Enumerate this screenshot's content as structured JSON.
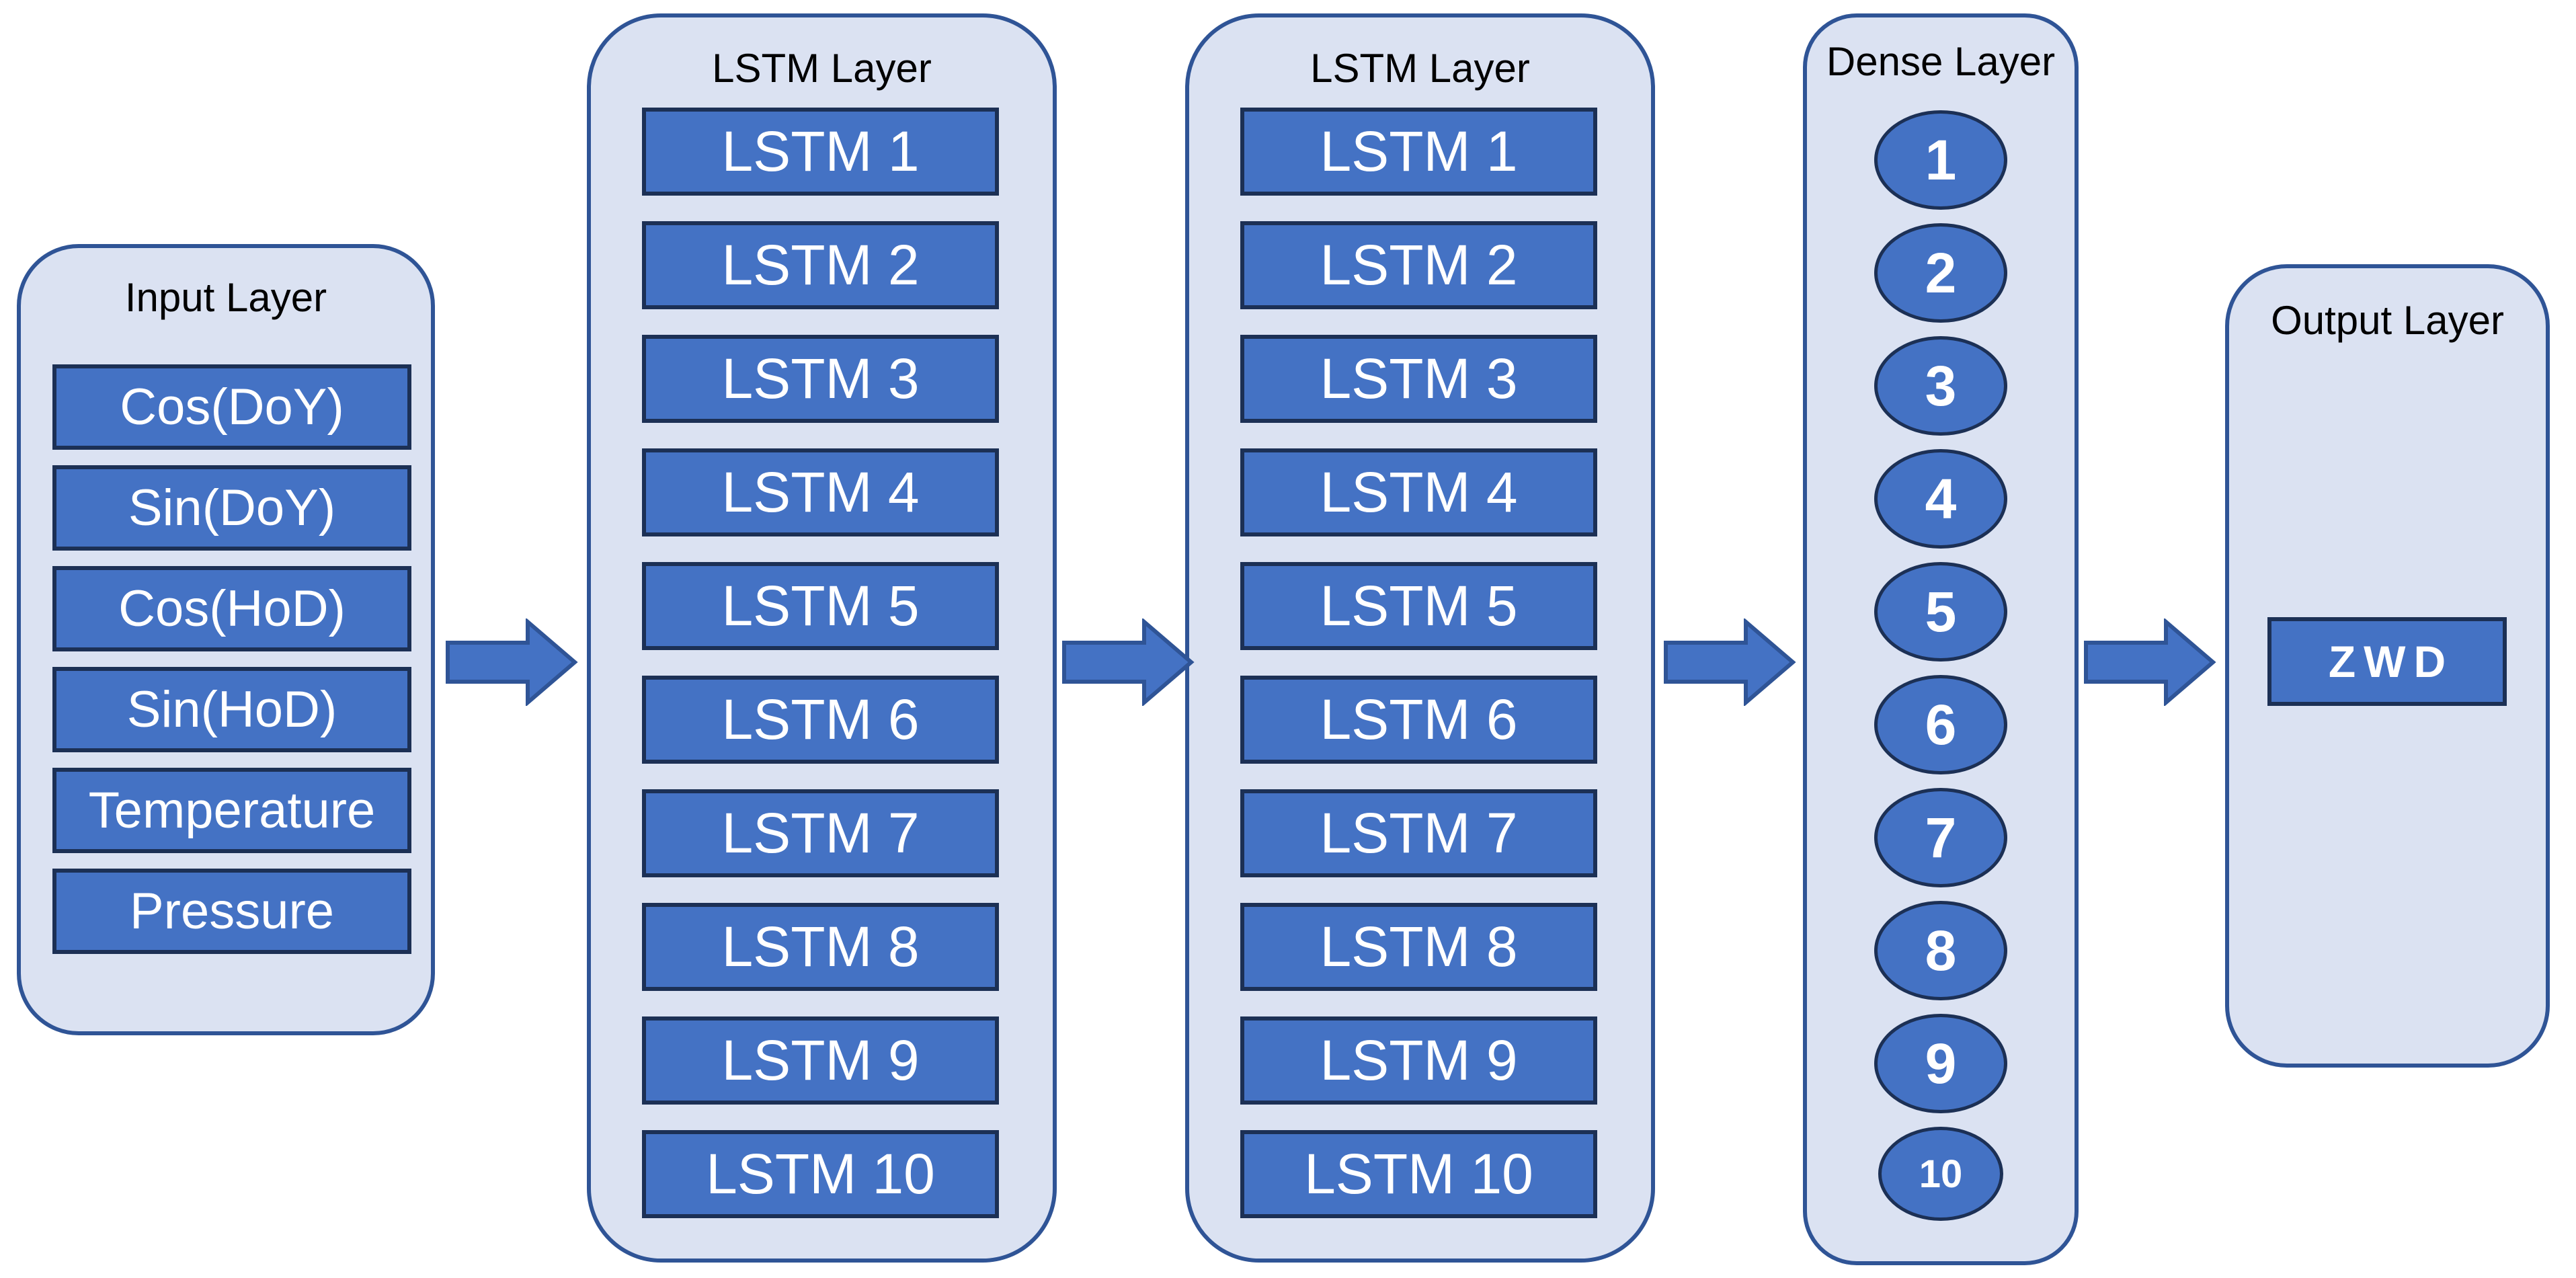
{
  "figure_title": "LSTM neural network architecture diagram",
  "colors": {
    "page-bg": "#ffffff",
    "container-fill": "#dbe2f2",
    "container-border": "#2f5496",
    "node-fill": "#4472c4",
    "node-border": "#1c3055",
    "node-text": "#ffffff",
    "title-text": "#000000",
    "arrow-fill": "#4472c4",
    "arrow-border": "#2f5496"
  },
  "layers": [
    {
      "id": "input",
      "title": "Input Layer",
      "shape": "box",
      "nodes": [
        "Cos(DoY)",
        "Sin(DoY)",
        "Cos(HoD)",
        "Sin(HoD)",
        "Temperature",
        "Pressure"
      ]
    },
    {
      "id": "lstm-1",
      "title": "LSTM Layer",
      "shape": "box",
      "nodes": [
        "LSTM 1",
        "LSTM 2",
        "LSTM 3",
        "LSTM 4",
        "LSTM 5",
        "LSTM 6",
        "LSTM 7",
        "LSTM 8",
        "LSTM 9",
        "LSTM 10"
      ]
    },
    {
      "id": "lstm-2",
      "title": "LSTM Layer",
      "shape": "box",
      "nodes": [
        "LSTM 1",
        "LSTM 2",
        "LSTM 3",
        "LSTM 4",
        "LSTM 5",
        "LSTM 6",
        "LSTM 7",
        "LSTM 8",
        "LSTM 9",
        "LSTM 10"
      ]
    },
    {
      "id": "dense",
      "title": "Dense Layer",
      "shape": "ellipse",
      "nodes": [
        "1",
        "2",
        "3",
        "4",
        "5",
        "6",
        "7",
        "8",
        "9",
        "10"
      ]
    },
    {
      "id": "output",
      "title": "Output Layer",
      "shape": "box",
      "nodes": [
        "ZWD"
      ]
    }
  ],
  "arrows": [
    {
      "name": "input-to-lstm1"
    },
    {
      "name": "lstm1-to-lstm2"
    },
    {
      "name": "lstm2-to-dense"
    },
    {
      "name": "dense-to-output"
    }
  ]
}
